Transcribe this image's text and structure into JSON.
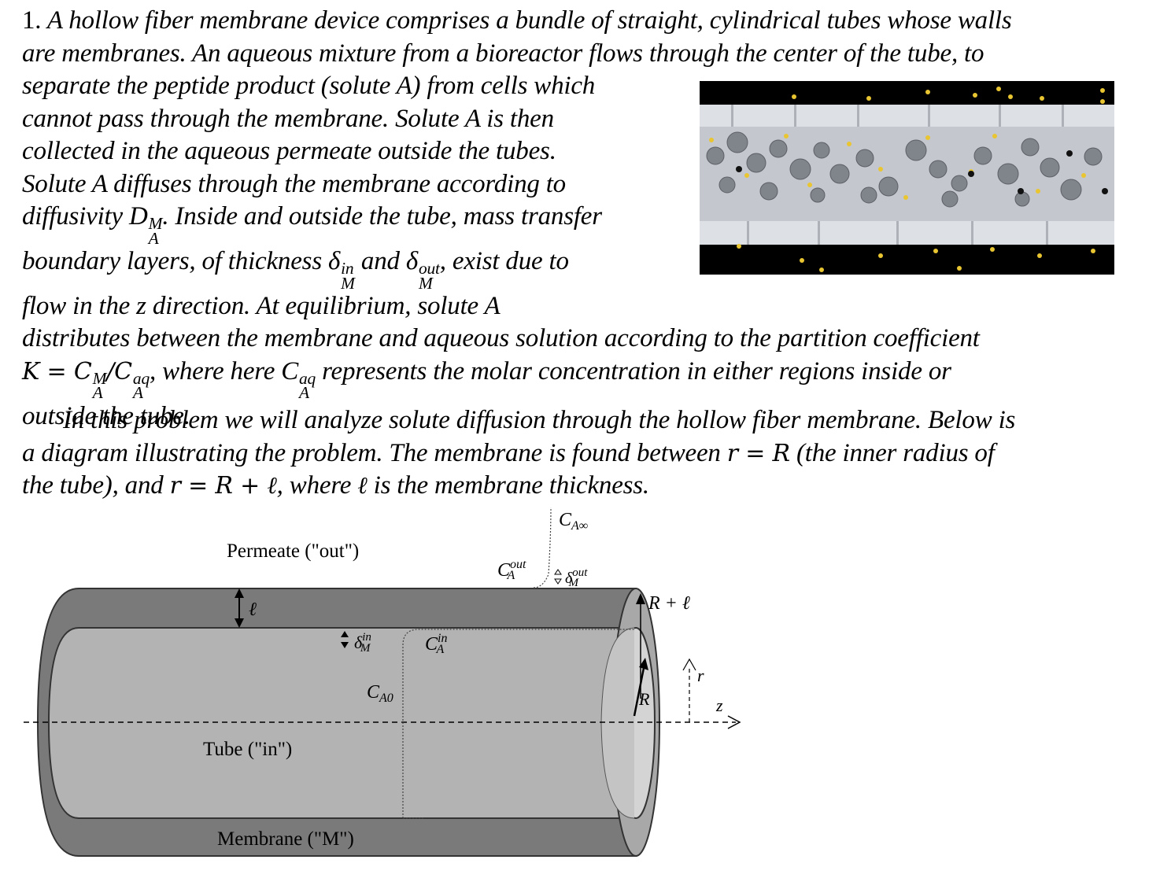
{
  "problem": {
    "number": "1.",
    "p1_lines": {
      "l1": "A hollow fiber membrane device comprises a bundle of straight, cylindrical tubes whose walls",
      "l2": "are membranes. An aqueous mixture from a bioreactor flows through the center of the tube, to",
      "l3": "separate the peptide product (solute A) from cells which",
      "l4": "cannot pass through the membrane. Solute A is then",
      "l5": "collected in the aqueous permeate outside the tubes.",
      "l6": "Solute A diffuses through the membrane according to",
      "l7a": "diffusivity D",
      "l7b": ". Inside and outside the tube, mass transfer",
      "l8a": "boundary layers, of thickness δ",
      "l8b": " and δ",
      "l8c": ", exist due to",
      "l9": "flow in the z direction. At equilibrium, solute A",
      "l10": "distributes between the membrane and aqueous solution according to the partition coefficient",
      "l11a": "K = C",
      "l11b": "/C",
      "l11c": ", where here C",
      "l11d": " represents the molar concentration in either regions inside or",
      "l12": "outside the tube."
    },
    "p2_lines": {
      "l1": "In this problem we will analyze solute diffusion through the hollow fiber membrane. Below is",
      "l2a": "a diagram illustrating the problem. The membrane is found between ",
      "l2b": "r = R",
      "l2c": " (the inner radius of",
      "l3a": "the tube), and ",
      "l3b": "r = R + ℓ",
      "l3c": ", where ",
      "l3d": "ℓ",
      "l3e": " is the membrane thickness."
    },
    "scripts": {
      "A": "A",
      "M": "M",
      "in": "in",
      "out": "out",
      "aq": "aq"
    }
  },
  "diagram": {
    "labels": {
      "permeate": "Permeate (\"out\")",
      "tube": "Tube (\"in\")",
      "membrane": "Membrane (\"M\")",
      "ell": "ℓ",
      "delta": "δ",
      "C": "C",
      "sub_A": "A",
      "sub_M": "M",
      "sup_in": "in",
      "sup_out": "out",
      "sub_A0": "A0",
      "sub_Ainf": "A∞",
      "R_plus_ell": "R + ℓ",
      "R": "R",
      "r": "r",
      "z": "z"
    },
    "colors": {
      "membrane_wall": "#7a7a7a",
      "tube_interior": "#b3b3b3",
      "end_face": "#a8a8a8",
      "inner_end": "#d4d4d4"
    }
  },
  "micrograph": {
    "colors": {
      "background": "#000000",
      "tube": "#cfd3d8",
      "cells": "#7e8187",
      "solute": "#e8c531"
    }
  }
}
